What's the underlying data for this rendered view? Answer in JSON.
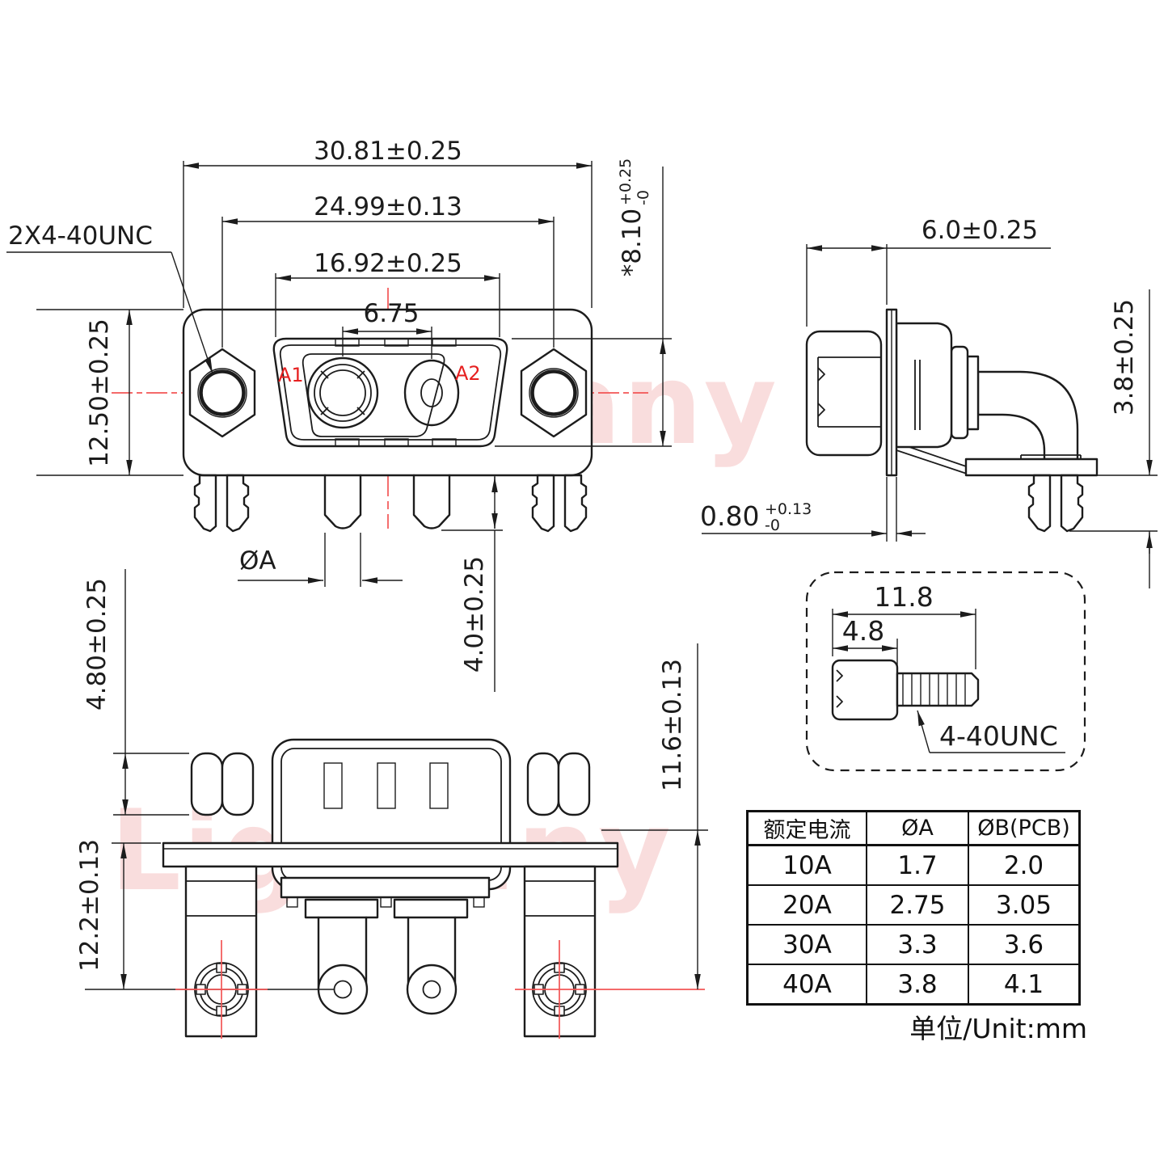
{
  "colors": {
    "line": "#1c1c1c",
    "red_label": "#e62020",
    "centerline_red": "#f25555",
    "watermark_pink": "#f5bcbc"
  },
  "watermark": {
    "text": "Lightany"
  },
  "front_view": {
    "thread_callout": "2X4-40UNC",
    "dim_overall_width": "30.81±0.25",
    "dim_mount_width": "24.99±0.13",
    "dim_flange_width": "16.92±0.25",
    "dim_contact_pitch": "6.75",
    "dim_body_height": "12.50±0.25",
    "dim_opening_height": {
      "base": "*8.10",
      "upper": "+0.25",
      "lower": "-0"
    },
    "label_a1": "A1",
    "label_a2": "A2",
    "dim_pin_diameter": "ØA",
    "dim_pin_length": "4.0±0.25"
  },
  "side_view": {
    "dim_depth": "6.0±0.25",
    "dim_pin_standoff": "3.8±0.25",
    "dim_plate_thickness": {
      "base": "0.80",
      "upper": "+0.13",
      "lower": "-0"
    }
  },
  "rear_view": {
    "dim_nut_height": "4.80±0.25",
    "dim_hole_offset": "12.2±0.13",
    "dim_overall_height": "11.6±0.13"
  },
  "screw_detail": {
    "dim_total_length": "11.8",
    "dim_head_length": "4.8",
    "thread_label": "4-40UNC"
  },
  "spec_table": {
    "headers": [
      "额定电流",
      "ØA",
      "ØB(PCB)"
    ],
    "rows": [
      [
        "10A",
        "1.7",
        "2.0"
      ],
      [
        "20A",
        "2.75",
        "3.05"
      ],
      [
        "30A",
        "3.3",
        "3.6"
      ],
      [
        "40A",
        "3.8",
        "4.1"
      ]
    ],
    "unit_note": "单位/Unit:mm"
  }
}
